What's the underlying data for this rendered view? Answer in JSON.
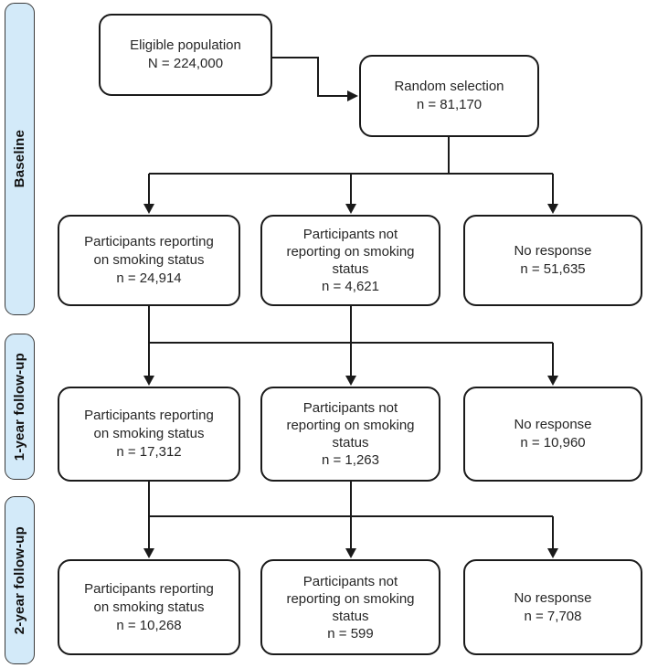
{
  "colors": {
    "stage_fill": "#d3eaf9",
    "stage_border": "#3a3a3a",
    "box_border": "#1a1a1a",
    "connector_line": "#1a1a1a",
    "text": "#262626",
    "background": "#ffffff"
  },
  "top_boxes": {
    "eligible_population": {
      "lines": [
        "Eligible population",
        "N = 224,000"
      ]
    },
    "random_selection": {
      "lines": [
        "Random selection",
        "n = 81,170"
      ]
    }
  },
  "stages": [
    {
      "label": "Baseline",
      "boxes": {
        "reporting": {
          "lines": [
            "Participants reporting",
            "on smoking status",
            "n = 24,914"
          ]
        },
        "not_reporting": {
          "lines": [
            "Participants not",
            "reporting on smoking",
            "status",
            "n = 4,621"
          ]
        },
        "no_response": {
          "lines": [
            "No response",
            "n = 51,635"
          ]
        }
      }
    },
    {
      "label": "1-year follow-up",
      "boxes": {
        "reporting": {
          "lines": [
            "Participants reporting",
            "on smoking status",
            "n = 17,312"
          ]
        },
        "not_reporting": {
          "lines": [
            "Participants not",
            "reporting on smoking",
            "status",
            "n = 1,263"
          ]
        },
        "no_response": {
          "lines": [
            "No response",
            "n = 10,960"
          ]
        }
      }
    },
    {
      "label": "2-year follow-up",
      "boxes": {
        "reporting": {
          "lines": [
            "Participants reporting",
            "on smoking status",
            "n = 10,268"
          ]
        },
        "not_reporting": {
          "lines": [
            "Participants not",
            "reporting on smoking",
            "status",
            "n = 599"
          ]
        },
        "no_response": {
          "lines": [
            "No response",
            "n = 7,708"
          ]
        }
      }
    }
  ]
}
